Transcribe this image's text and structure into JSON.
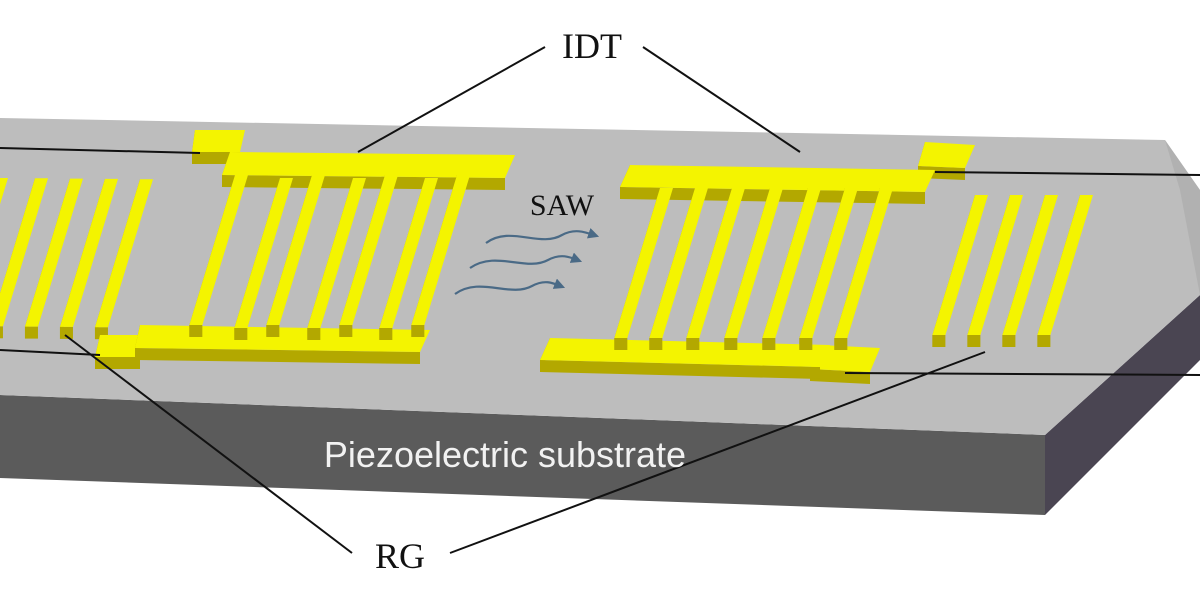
{
  "labels": {
    "idt": "IDT",
    "rg": "RG",
    "saw": "SAW",
    "substrate": "Piezoelectric substrate"
  },
  "colors": {
    "substrate_top": "#bdbdbd",
    "substrate_front": "#5b5b5b",
    "substrate_side": "#4a4552",
    "electrode_top": "#f4f400",
    "electrode_side": "#b3a800",
    "wave_arrow": "#4a6a86",
    "leader_line": "#111111"
  }
}
